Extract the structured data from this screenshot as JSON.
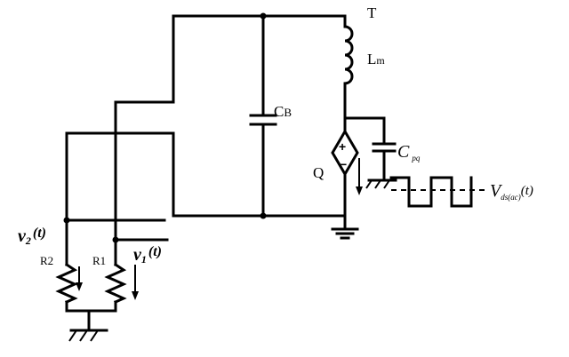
{
  "labels": {
    "transformer": "T",
    "inductor_main": "L",
    "inductor_sub": "m",
    "capacitor_b_main": "C",
    "capacitor_b_sub": "B",
    "switch": "Q",
    "capacitor_pq_main": "C",
    "capacitor_pq_sub": "pq",
    "vds_main": "V",
    "vds_sub": "ds(ac)",
    "vds_arg": "(t)",
    "r1": "R1",
    "r2": "R2",
    "v1_main": "v",
    "v1_sub": "1",
    "v1_arg": "(t)",
    "v2_main": "v",
    "v2_sub": "2",
    "v2_arg": "(t)",
    "plus": "+",
    "minus": "−"
  }
}
